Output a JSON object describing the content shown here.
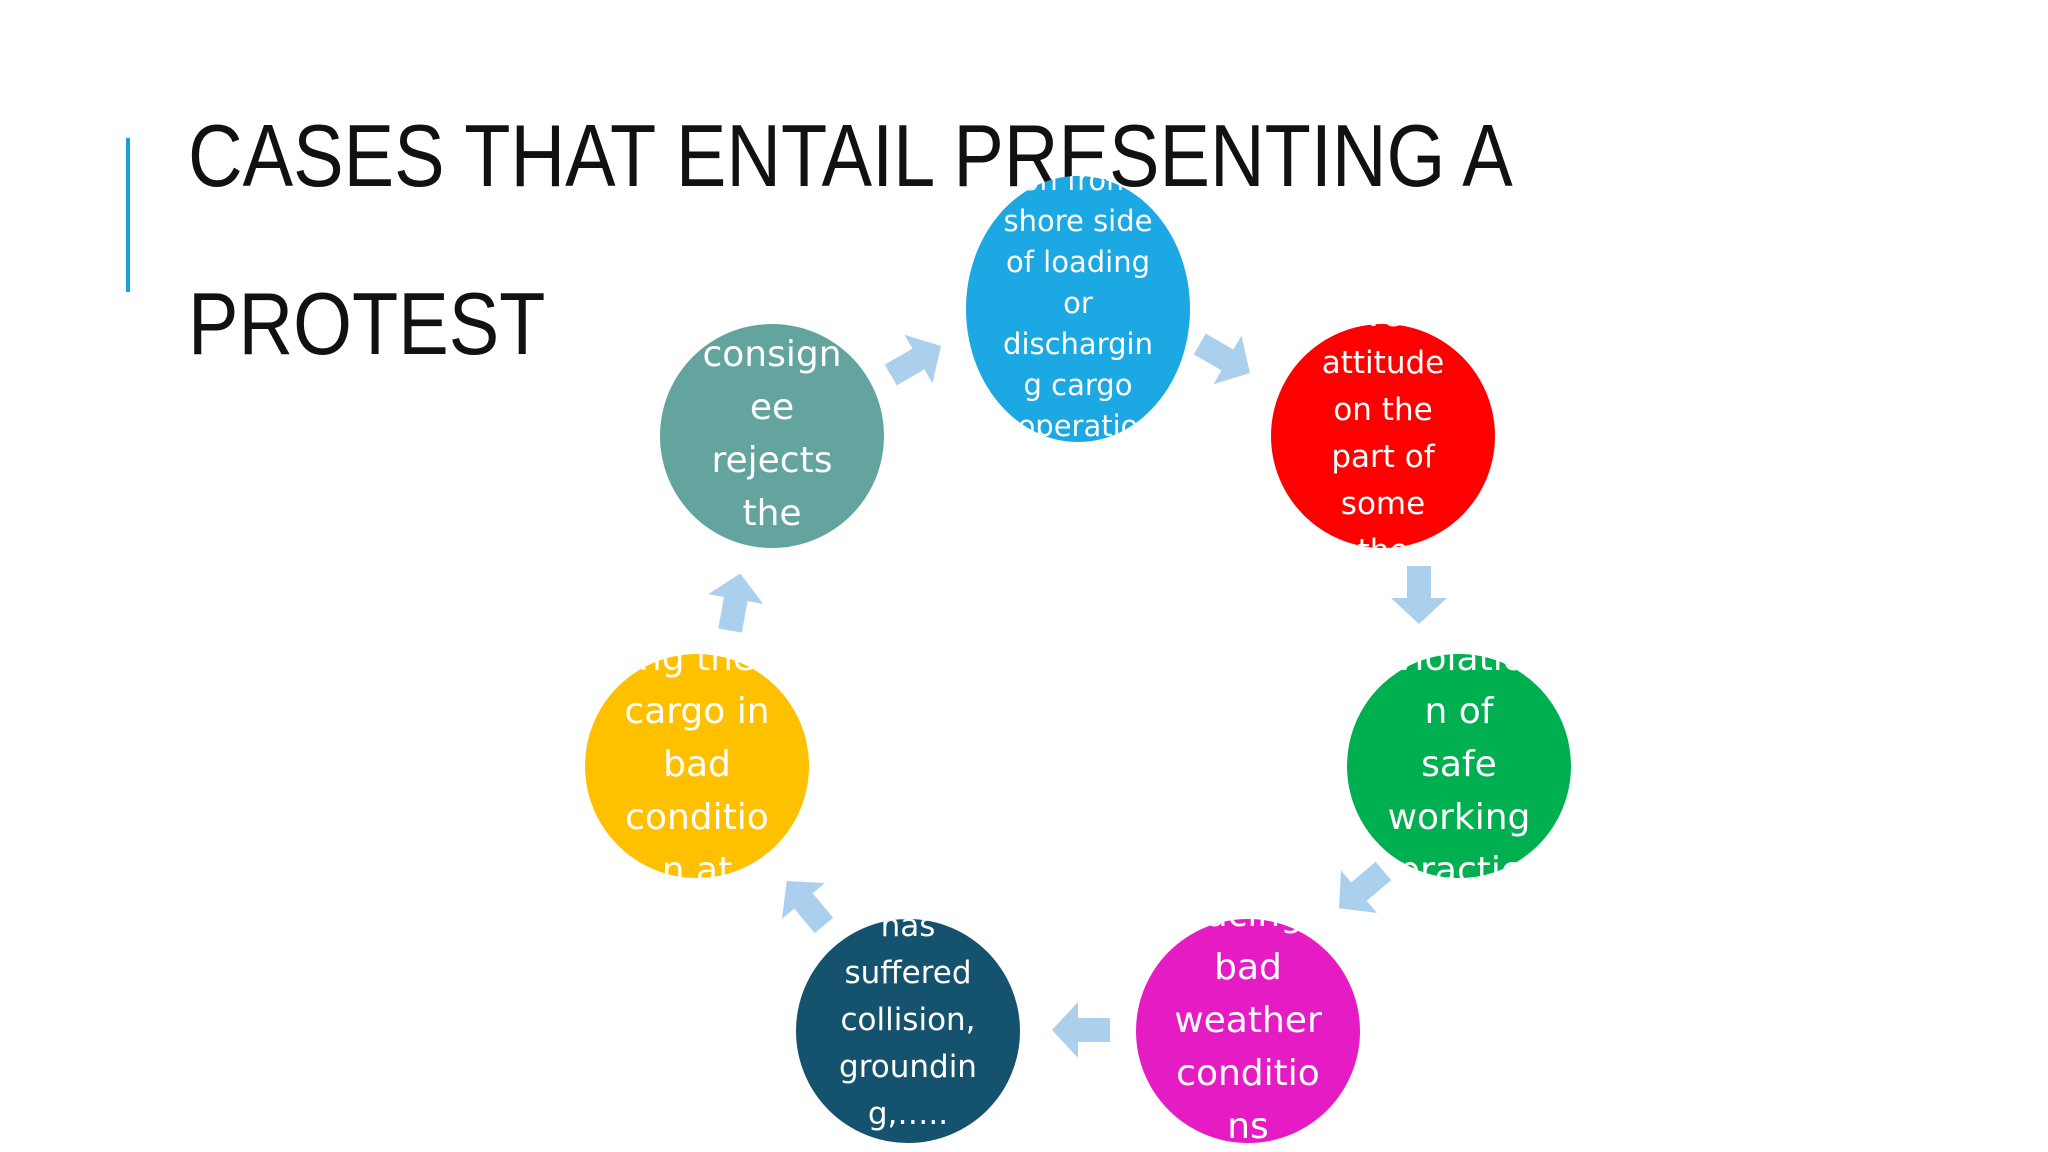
{
  "title": {
    "line1": "CASES THAT ENTAIL PRESENTING A",
    "line2": "PROTEST"
  },
  "cycle": {
    "arrow_color": "#aad0ee",
    "nodes": [
      {
        "id": "top",
        "color": "#1ca8e3",
        "text": "on from\nshore side\nof loading\nor\ndischargin\ng  cargo\noperatio"
      },
      {
        "id": "upper-right",
        "color": "#ff0000",
        "text": "ve\nattitude\non the\npart of\nsome\nthe"
      },
      {
        "id": "right",
        "color": "#00b050",
        "text": "violatio\nn of\nsafe\nworking\npractic"
      },
      {
        "id": "lower-right",
        "color": "#e51bc4",
        "text": "facing\nbad\nweather\nconditio\nns"
      },
      {
        "id": "lower-left",
        "color": "#14526e",
        "text": "has\nsuffered\ncollision,\ngroundin\ng,….."
      },
      {
        "id": "left",
        "color": "#ffc000",
        "text": "ng the\ncargo in\nbad\nconditio\nn at"
      },
      {
        "id": "upper-left",
        "color": "#64a49e",
        "text": "consign\nee\nrejects\nthe"
      }
    ]
  }
}
